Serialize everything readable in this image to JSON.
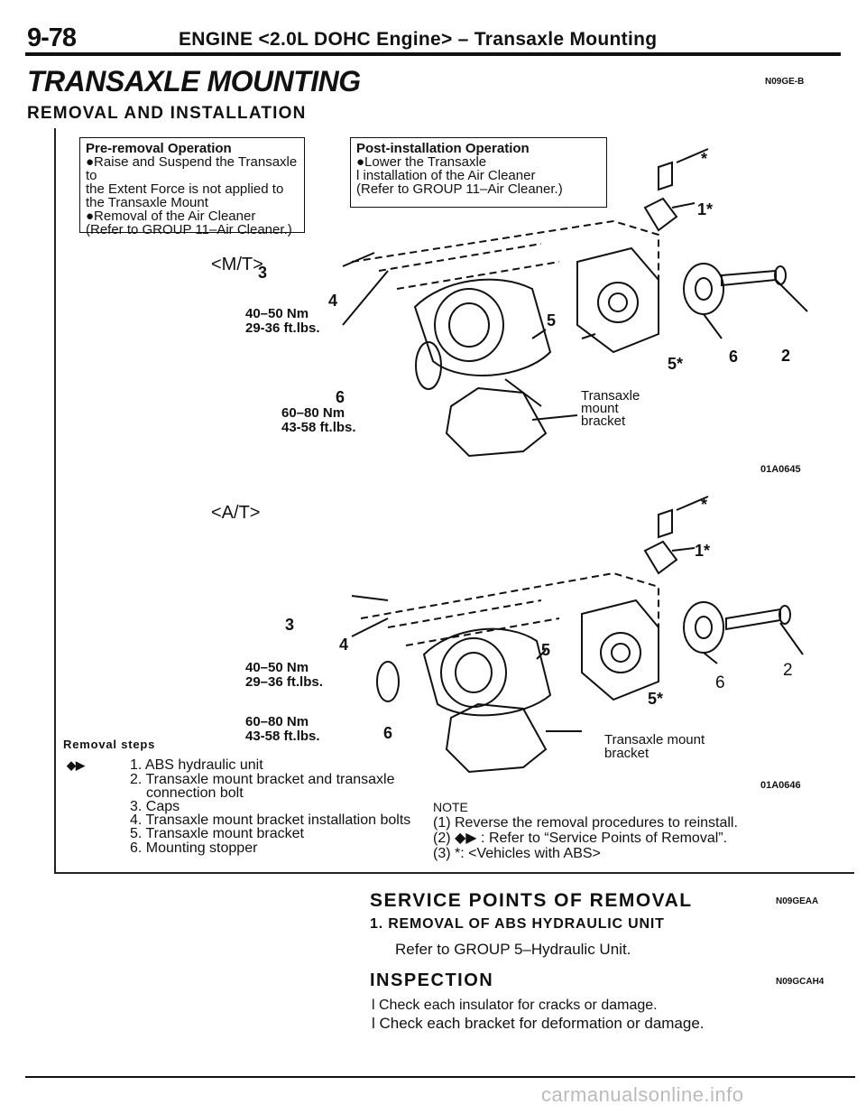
{
  "header": {
    "page_number": "9-78",
    "title": "ENGINE <2.0L DOHC Engine> – Transaxle Mounting"
  },
  "main_title": "TRANSAXLE MOUNTING",
  "code_top": "N09GE-B",
  "sub_title": "REMOVAL AND INSTALLATION",
  "pre_removal": {
    "heading": "Pre-removal Operation",
    "lines": [
      "●Raise and Suspend the Transaxle to",
      "the Extent Force is not applied to",
      "the Transaxle Mount",
      "●Removal of the Air Cleaner",
      "(Refer to GROUP 11–Air Cleaner.)"
    ]
  },
  "post_installation": {
    "heading": "Post-installation Operation",
    "lines": [
      "●Lower the Transaxle",
      "l installation of the Air Cleaner",
      "(Refer to GROUP 11–Air Cleaner.)"
    ]
  },
  "diagram_mt": {
    "label": "<M/T>",
    "torque_1": [
      "40–50 Nm",
      "29-36 ft.lbs."
    ],
    "torque_2": [
      "60–80 Nm",
      "43-58 ft.lbs."
    ],
    "callouts": [
      "*",
      "1*",
      "3",
      "4",
      "5",
      "5*",
      "6",
      "2",
      "6"
    ],
    "bracket_label": [
      "Transaxle",
      "mount",
      "bracket"
    ],
    "fig_code": "01A0645"
  },
  "diagram_at": {
    "label": "<A/T>",
    "torque_1": [
      "40–50 Nm",
      "29–36 ft.lbs."
    ],
    "torque_2": [
      "60–80 Nm",
      "43-58 ft.lbs."
    ],
    "callouts": [
      "*",
      "1*",
      "3",
      "4",
      "5",
      "5*",
      "6",
      "2",
      "6"
    ],
    "bracket_label": [
      "Transaxle mount",
      "bracket"
    ],
    "fig_code": "01A0646"
  },
  "removal_steps": {
    "heading": "Removal steps",
    "marker": "◆▶",
    "items": [
      "1. ABS hydraulic unit",
      "2. Transaxle mount bracket and transaxle",
      "connection bolt",
      "3. Caps",
      "4. Transaxle mount bracket installation bolts",
      "5. Transaxle mount bracket",
      "6. Mounting stopper"
    ]
  },
  "note": {
    "heading": "NOTE",
    "lines": [
      "(1) Reverse the removal procedures to reinstall.",
      "(2) ◆▶ : Refer to “Service Points of Removal”.",
      "(3) *: <Vehicles with ABS>"
    ]
  },
  "service_points": {
    "title": "SERVICE POINTS OF REMOVAL",
    "code": "N09GEAA",
    "subtitle": "1. REMOVAL OF ABS HYDRAULIC UNIT",
    "text": "Refer to GROUP 5–Hydraulic Unit."
  },
  "inspection": {
    "title": "INSPECTION",
    "code": "N09GCAH4",
    "bullets": [
      "l Check each insulator for cracks or damage.",
      "l Check each bracket for deformation or damage."
    ]
  },
  "watermark": "carmanualsonline.info"
}
